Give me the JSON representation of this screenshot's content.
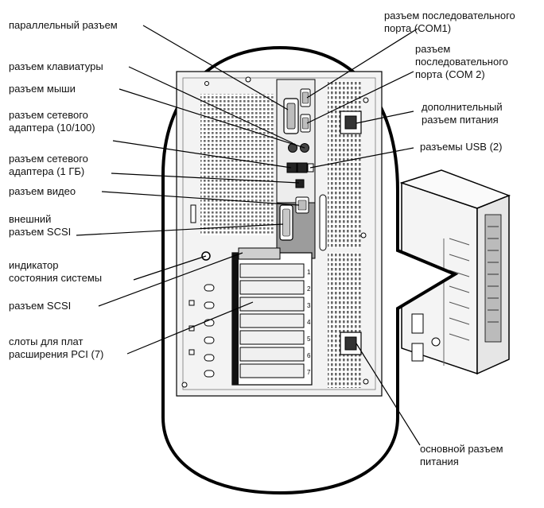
{
  "labels": {
    "parallel": "параллельный разъем",
    "keyboard": "разъем клавиатуры",
    "mouse": "разъем мыши",
    "nic100": [
      "разъем сетевого",
      "адаптера (10/100)"
    ],
    "nic1g": [
      "разъем сетевого",
      "адаптера (1 ГБ)"
    ],
    "video": "разъем видео",
    "ext_scsi": [
      "внешний",
      "разъем SCSI"
    ],
    "status": [
      "индикатор",
      "состояния системы"
    ],
    "scsi": "разъем SCSI",
    "pci": [
      "слоты для плат",
      "расширения PCI (7)"
    ],
    "com1": [
      "разъем последовательного",
      "порта (COM1)"
    ],
    "com2": [
      "разъем",
      "последовательного",
      "порта (COM 2)"
    ],
    "aux_power": [
      "дополнительный",
      "разъем питания"
    ],
    "usb": "разъемы USB (2)",
    "main_power": [
      "основной разъем",
      "питания"
    ]
  },
  "slot_numbers": [
    "1",
    "2",
    "3",
    "4",
    "5",
    "6",
    "7"
  ],
  "colors": {
    "outline": "#000000",
    "chassis": "#f2f2f2",
    "grill": "#9a9a9a",
    "accent": "#d9d9d9"
  }
}
